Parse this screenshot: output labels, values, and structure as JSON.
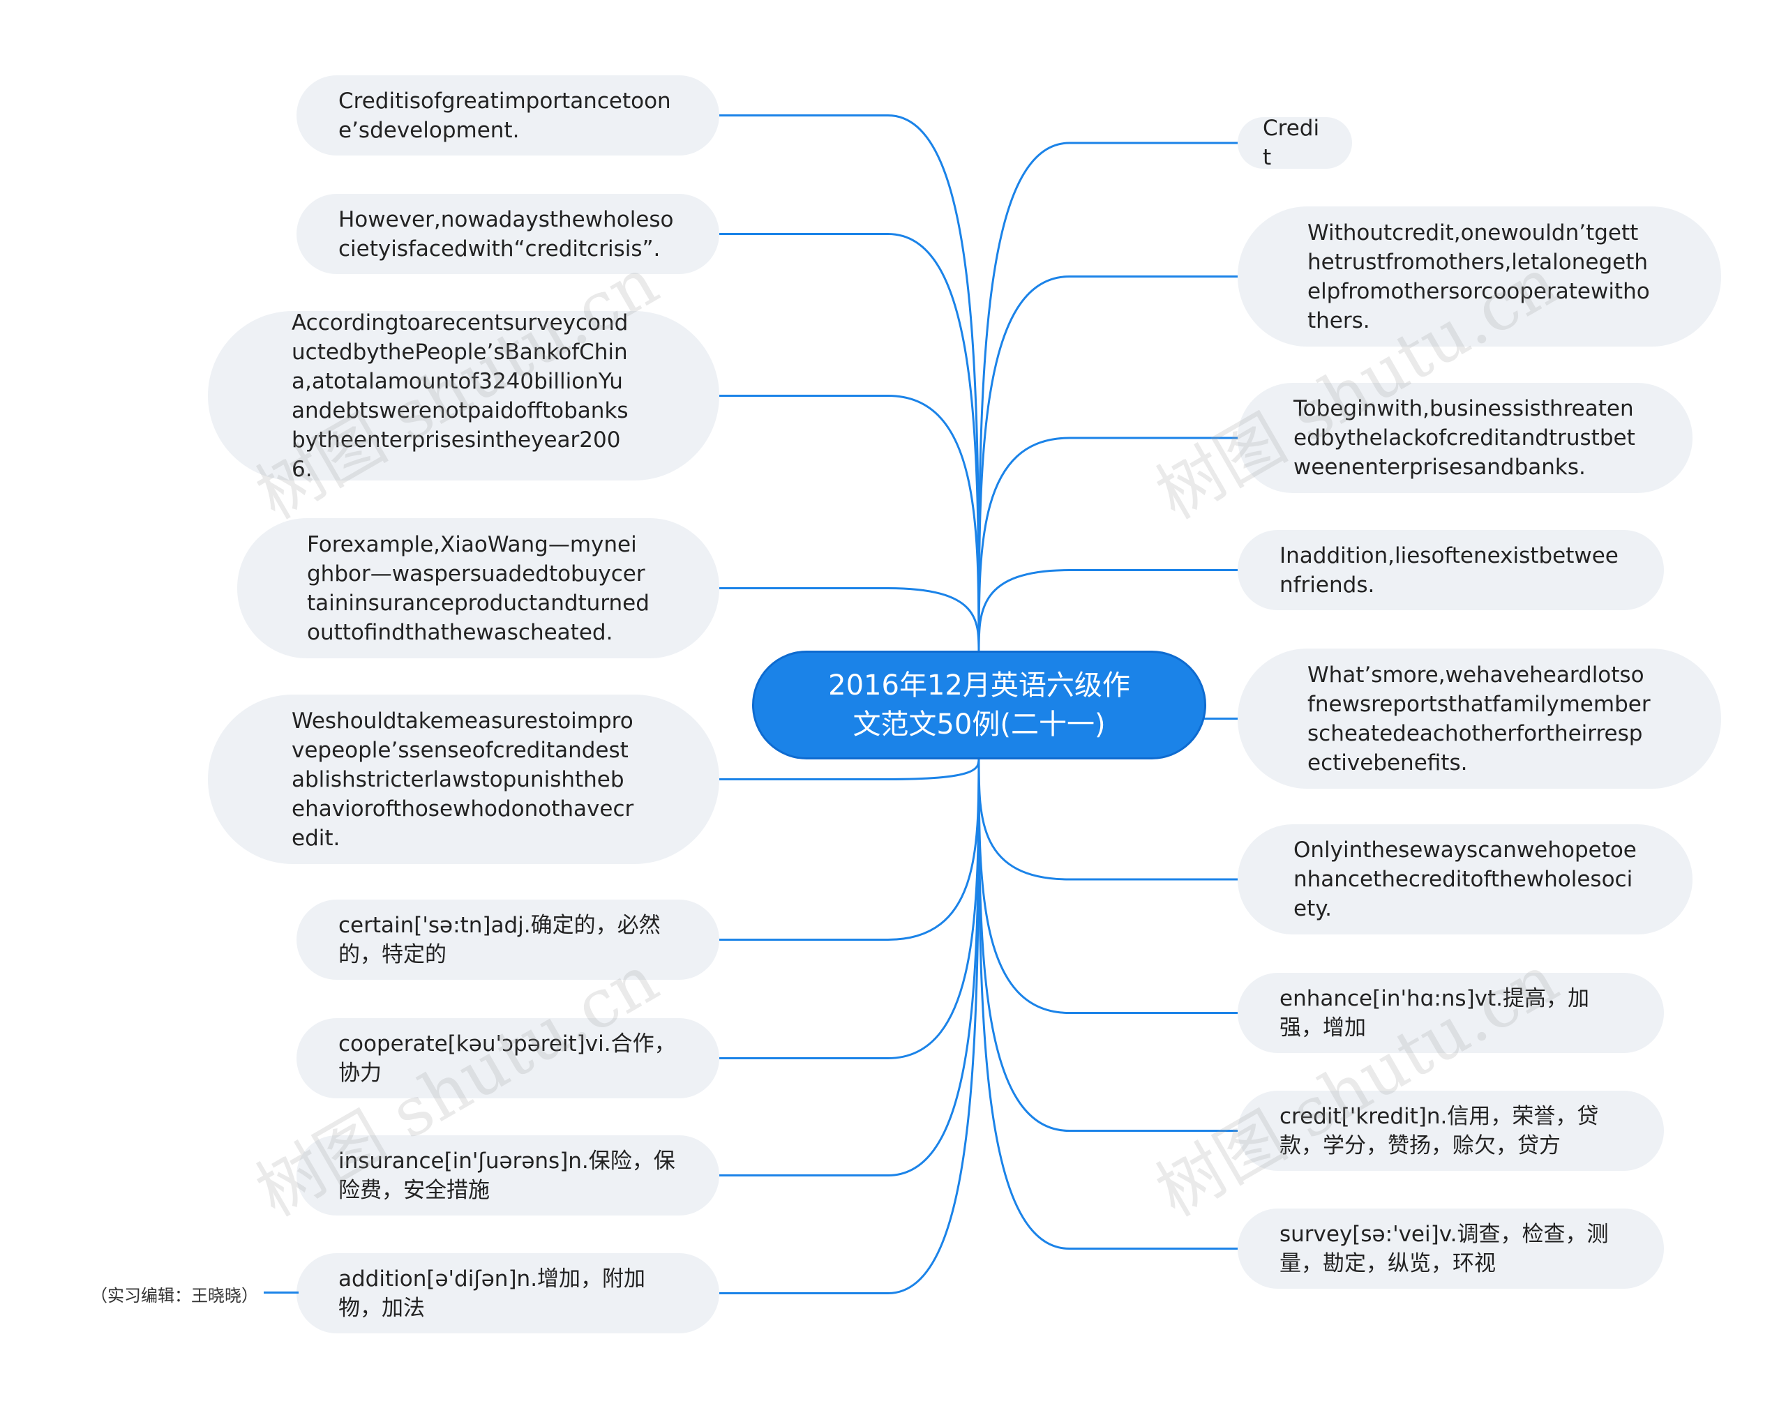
{
  "center": "2016年12月英语六级作文范文50例(二十一)",
  "left_nodes": [
    "Creditisofgreatimportancetoone’sdevelopment.",
    "However,nowadaysthewholesocietyisfacedwith“creditcrisis”.",
    "AccordingtoarecentsurveyconductedbythePeople’sBankofChina,atotalamountof3240billionYuandebtswerenotpaidofftobanksbytheenterprisesintheyear2006.",
    "Forexample,XiaoWang—myneighbor—waspersuadedtobuycertaininsuranceproductandturnedouttofindthathewascheated.",
    "Weshouldtakemeasurestoimprovepeople’ssenseofcreditandestablishstricterlawstopunishthebehaviorofthosewhodonothavecredit.",
    "certain['sə:tn]adj.确定的，必然的，特定的",
    "cooperate[kəu'ɔpəreit]vi.合作，协力",
    "insurance[in'ʃuərəns]n.保险，保险费，安全措施",
    "addition[ə'diʃən]n.增加，附加物，加法"
  ],
  "right_nodes": [
    "Credit",
    "Withoutcredit,onewouldn’tgetthetrustfromothers,letalonegethelpfromothersorcooperatewithothers.",
    "Tobeginwith,businessisthreatenedbythelackofcreditandtrustbetweenenterprisesandbanks.",
    "Inaddition,liesoftenexistbetweenfriends.",
    "What’smore,wehaveheardlotsofnewsreportsthatfamilymemberscheatedeachotherfortheirrespectivebenefits.",
    "Onlyinthesewayscanwehopetoenhancethecreditofthewholesociety.",
    "enhance[in'hɑ:ns]vt.提高，加强，增加",
    "credit['kredit]n.信用，荣誉，贷款，学分，赞扬，赊欠，贷方",
    "survey[sə:'vei]v.调查，检查，测量，勘定，纵览，环视"
  ],
  "editor_note": "（实习编辑：王晓晓）",
  "watermark": "树图 shutu.cn",
  "colors": {
    "line": "#1b83e8",
    "center_fill": "#1b83e8",
    "node_fill": "#eef1f5",
    "text": "#222222"
  }
}
